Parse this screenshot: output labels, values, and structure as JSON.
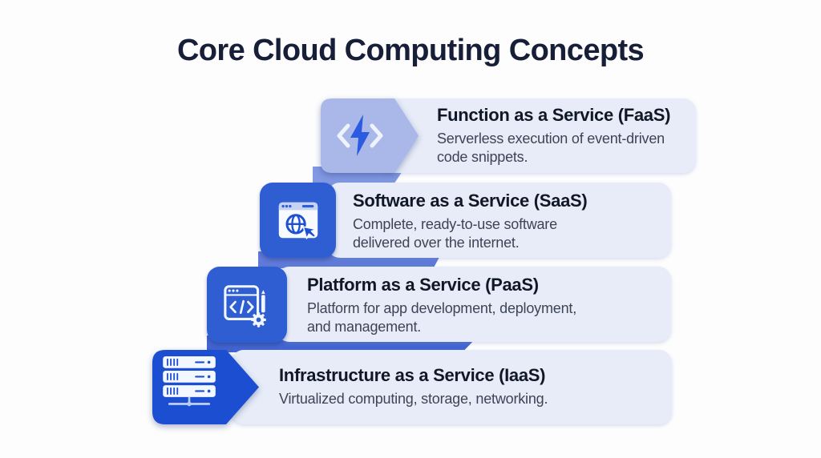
{
  "title": "Core Cloud Computing Concepts",
  "layers": [
    {
      "abbr": "FaaS",
      "name": "Function as a Service (FaaS)",
      "description": "Serverless execution of event-driven code snippets.",
      "icon": "code-lightning-icon"
    },
    {
      "abbr": "SaaS",
      "name": "Software as a Service (SaaS)",
      "description": "Complete, ready-to-use software delivered over the internet.",
      "icon": "browser-globe-cursor-icon"
    },
    {
      "abbr": "PaaS",
      "name": "Platform as a Service (PaaS)",
      "description": "Platform for app development, deployment, and management.",
      "icon": "code-window-pencil-gear-icon"
    },
    {
      "abbr": "IaaS",
      "name": "Infrastructure as a Service (IaaS)",
      "description": "Virtualized computing, storage, networking.",
      "icon": "server-stack-icon"
    }
  ],
  "colors": {
    "background": "#fdfdfe",
    "title_text": "#171e38",
    "panel_bg": "#e7ecf8",
    "layer_title_text": "#101726",
    "layer_desc_text": "#3c4456",
    "faas_tile": "#a9b8e8",
    "saas_paas_tile": "#2e5ed2",
    "iaas_tile": "#1c4ed2",
    "lightning_blue": "#2a5be0",
    "icon_detail_blue": "#1d4fd0",
    "connector_top": "#8198e2",
    "connector_middle": "#5f7ad8",
    "connector_bottom": "#4365d2"
  }
}
